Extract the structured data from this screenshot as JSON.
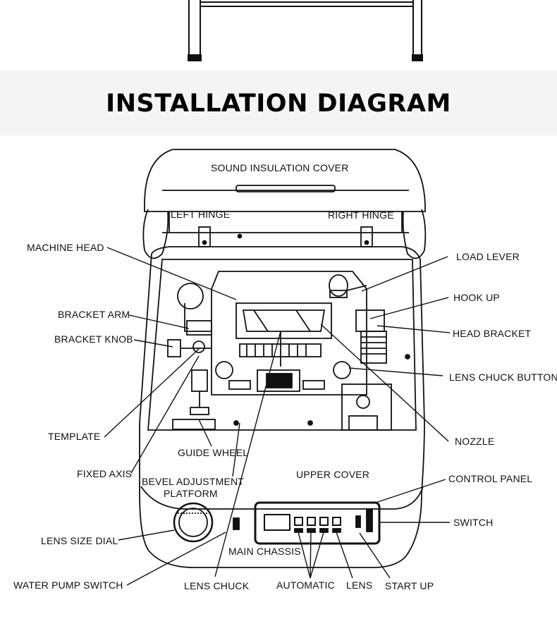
{
  "title": "INSTALLATION DIAGRAM",
  "labels": {
    "sound_insulation_cover": "SOUND INSULATION COVER",
    "left_hinge": "LEFT HINGE",
    "right_hinge": "RIGHT HINGE",
    "machine_head": "MACHINE HEAD",
    "load_lever": "LOAD LEVER",
    "hook_up": "HOOK UP",
    "bracket_arm": "BRACKET ARM",
    "head_bracket": "HEAD BRACKET",
    "bracket_knob": "BRACKET KNOB",
    "lens_chuck_button": "LENS CHUCK BUTTON",
    "template": "TEMPLATE",
    "nozzle": "NOZZLE",
    "guide_wheel": "GUIDE WHEEL",
    "fixed_axis": "FIXED AXIS",
    "upper_cover": "UPPER COVER",
    "control_panel": "CONTROL PANEL",
    "bevel_adjustment_platform_1": "BEVEL ADJUSTMENT",
    "bevel_adjustment_platform_2": "PLATFORM",
    "switch": "SWITCH",
    "lens_size_dial": "LENS SIZE DIAL",
    "main_chassis": "MAIN CHASSIS",
    "water_pump_switch": "WATER PUMP SWITCH",
    "lens_chuck": "LENS CHUCK",
    "automatic": "AUTOMATIC",
    "lens": "LENS",
    "start_up": "START UP"
  }
}
